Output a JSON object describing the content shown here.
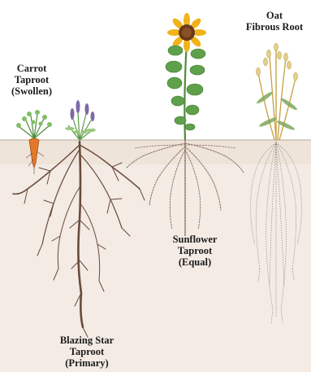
{
  "labels": {
    "carrot": {
      "line1": "Carrot",
      "line2": "Taproot",
      "line3": "(Swollen)"
    },
    "oat": {
      "line1": "Oat",
      "line2": "Fibrous Root"
    },
    "sunflower": {
      "line1": "Sunflower",
      "line2": "Taproot",
      "line3": "(Equal)"
    },
    "blazing_star": {
      "line1": "Blazing Star",
      "line2": "Taproot",
      "line3": "(Primary)"
    }
  },
  "colors": {
    "soil": "#f1e8e0",
    "root": "#6b4a3a",
    "fibrous_root": "#8a8a8a",
    "leaf": "#5fa04a",
    "sunflower_petal": "#f2b21a",
    "sunflower_center": "#6b3a18",
    "carrot": "#e07a2a",
    "blazing_star_flower": "#7c6aa8",
    "oat_stem": "#c9a64a"
  }
}
